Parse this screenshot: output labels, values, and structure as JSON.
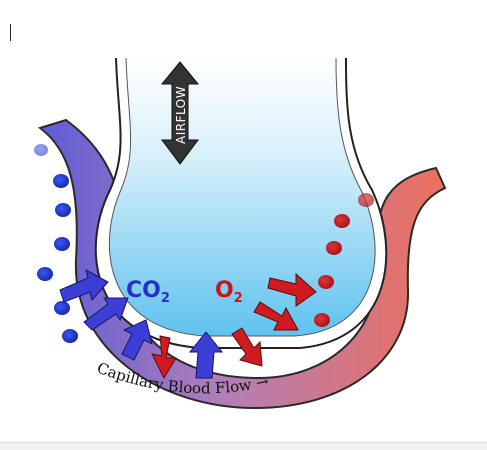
{
  "labels": {
    "airflow": "AIRFLOW",
    "co2_main": "CO",
    "co2_sub": "2",
    "o2_main": "O",
    "o2_sub": "2",
    "blood_flow": "Capillary Blood Flow →"
  },
  "colors": {
    "co2_arrow": "#3b3fd6",
    "o2_arrow": "#cf1b1f",
    "airflow_arrow": "#333333",
    "alveolus_fill": "#6cc5ee",
    "capillary_left": "#5b5bd6",
    "capillary_right": "#e8705e"
  },
  "icons": {
    "airflow": "double-headed-vertical-arrow",
    "co2_flow": "arrow-into-alveolus",
    "o2_flow": "arrow-into-capillary",
    "cell": "red-blood-cell"
  }
}
